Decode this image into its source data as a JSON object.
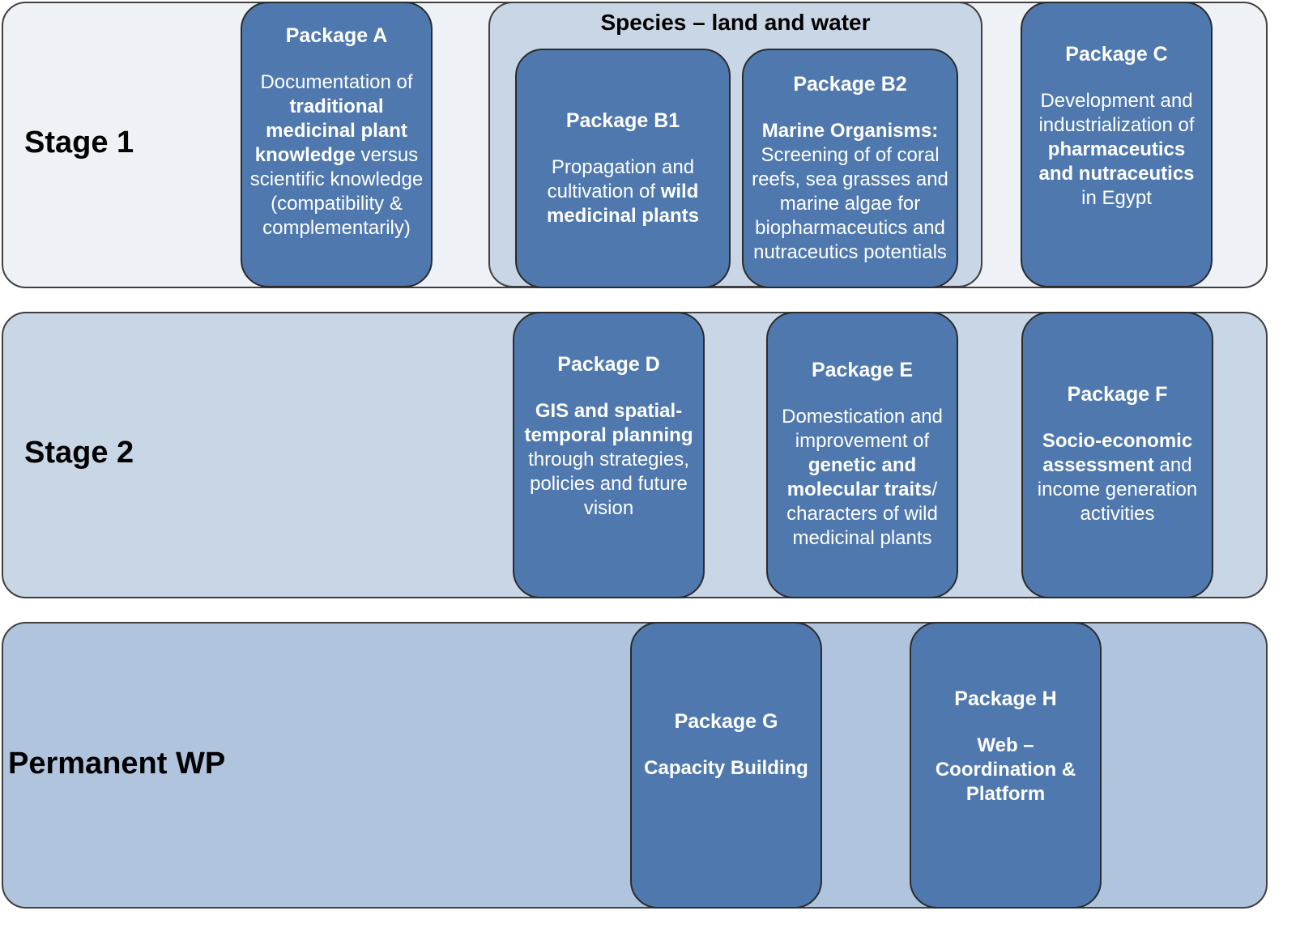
{
  "colors": {
    "stage1_bg": "#eef1f6",
    "stage2_bg": "#c9d6e6",
    "permanent_bg": "#b0c4de",
    "group_bg": "#c9d6e6",
    "package_bg": "#4f79ae"
  },
  "stages": {
    "stage1": "Stage 1",
    "stage2": "Stage 2",
    "permanent": "Permanent WP"
  },
  "group": {
    "title": "Species – land and water"
  },
  "packages": {
    "a": {
      "title": "Package A",
      "d1": "Documentation of ",
      "d2": "traditional medicinal plant knowledge",
      "d3": " versus scientific knowledge (compatibility & complementarily)"
    },
    "b1": {
      "title": "Package B1",
      "d1": "Propagation and cultivation of ",
      "d2": "wild medicinal plants"
    },
    "b2": {
      "title": "Package B2",
      "d1": "Marine Organisms:",
      "d2": " Screening of of coral reefs, sea grasses and marine algae for biopharmaceutics and nutraceutics potentials"
    },
    "c": {
      "title": "Package C",
      "d1": "Development and industrialization of ",
      "d2": "pharmaceutics and nutraceutics",
      "d3": " in Egypt"
    },
    "d": {
      "title": "Package D",
      "d1": "GIS and spatial-temporal planning",
      "d2": " through strategies, policies and future vision"
    },
    "e": {
      "title": "Package E",
      "d1": "Domestication and improvement of ",
      "d2": "genetic and molecular traits",
      "d3": "/ characters of wild medicinal plants"
    },
    "f": {
      "title": "Package F",
      "d1": "Socio-economic assessment",
      "d2": " and income generation activities"
    },
    "g": {
      "title": "Package G",
      "d1": "Capacity Building"
    },
    "h": {
      "title": "Package H",
      "d1": "Web – Coordination & Platform"
    }
  }
}
